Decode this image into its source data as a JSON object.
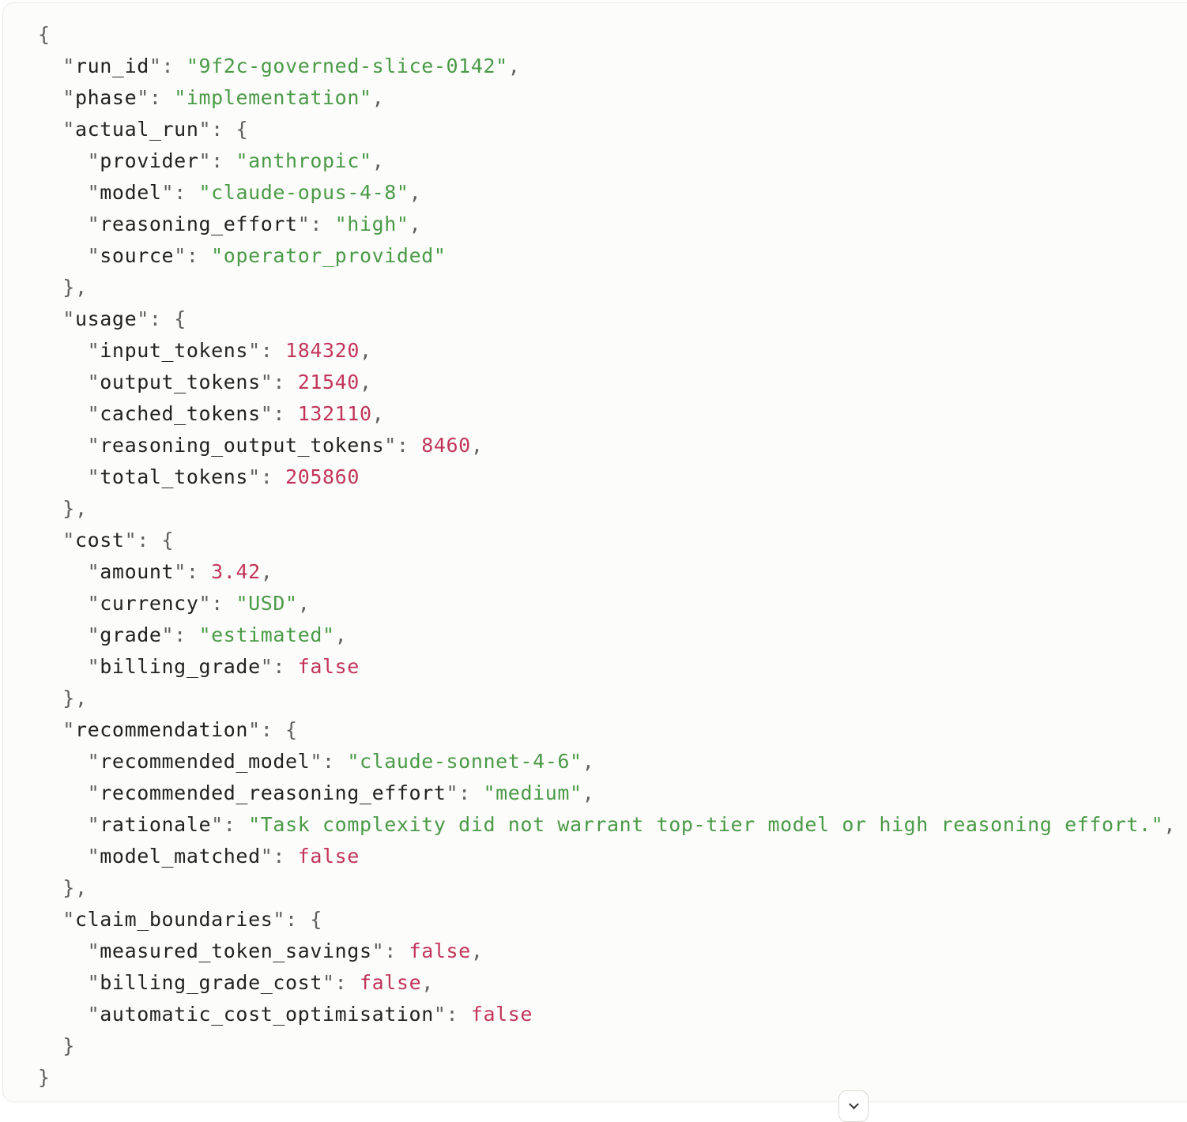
{
  "code_lines": [
    [
      {
        "t": "punct",
        "v": "{"
      }
    ],
    [
      {
        "t": "punct",
        "v": "  \""
      },
      {
        "t": "key",
        "v": "run_id"
      },
      {
        "t": "punct",
        "v": "\": "
      },
      {
        "t": "str",
        "v": "\"9f2c-governed-slice-0142\""
      },
      {
        "t": "punct",
        "v": ","
      }
    ],
    [
      {
        "t": "punct",
        "v": "  \""
      },
      {
        "t": "key",
        "v": "phase"
      },
      {
        "t": "punct",
        "v": "\": "
      },
      {
        "t": "str",
        "v": "\"implementation\""
      },
      {
        "t": "punct",
        "v": ","
      }
    ],
    [
      {
        "t": "punct",
        "v": "  \""
      },
      {
        "t": "key",
        "v": "actual_run"
      },
      {
        "t": "punct",
        "v": "\": {"
      }
    ],
    [
      {
        "t": "punct",
        "v": "    \""
      },
      {
        "t": "key",
        "v": "provider"
      },
      {
        "t": "punct",
        "v": "\": "
      },
      {
        "t": "str",
        "v": "\"anthropic\""
      },
      {
        "t": "punct",
        "v": ","
      }
    ],
    [
      {
        "t": "punct",
        "v": "    \""
      },
      {
        "t": "key",
        "v": "model"
      },
      {
        "t": "punct",
        "v": "\": "
      },
      {
        "t": "str",
        "v": "\"claude-opus-4-8\""
      },
      {
        "t": "punct",
        "v": ","
      }
    ],
    [
      {
        "t": "punct",
        "v": "    \""
      },
      {
        "t": "key",
        "v": "reasoning_effort"
      },
      {
        "t": "punct",
        "v": "\": "
      },
      {
        "t": "str",
        "v": "\"high\""
      },
      {
        "t": "punct",
        "v": ","
      }
    ],
    [
      {
        "t": "punct",
        "v": "    \""
      },
      {
        "t": "key",
        "v": "source"
      },
      {
        "t": "punct",
        "v": "\": "
      },
      {
        "t": "str",
        "v": "\"operator_provided\""
      }
    ],
    [
      {
        "t": "punct",
        "v": "  },"
      }
    ],
    [
      {
        "t": "punct",
        "v": "  \""
      },
      {
        "t": "key",
        "v": "usage"
      },
      {
        "t": "punct",
        "v": "\": {"
      }
    ],
    [
      {
        "t": "punct",
        "v": "    \""
      },
      {
        "t": "key",
        "v": "input_tokens"
      },
      {
        "t": "punct",
        "v": "\": "
      },
      {
        "t": "num",
        "v": "184320"
      },
      {
        "t": "punct",
        "v": ","
      }
    ],
    [
      {
        "t": "punct",
        "v": "    \""
      },
      {
        "t": "key",
        "v": "output_tokens"
      },
      {
        "t": "punct",
        "v": "\": "
      },
      {
        "t": "num",
        "v": "21540"
      },
      {
        "t": "punct",
        "v": ","
      }
    ],
    [
      {
        "t": "punct",
        "v": "    \""
      },
      {
        "t": "key",
        "v": "cached_tokens"
      },
      {
        "t": "punct",
        "v": "\": "
      },
      {
        "t": "num",
        "v": "132110"
      },
      {
        "t": "punct",
        "v": ","
      }
    ],
    [
      {
        "t": "punct",
        "v": "    \""
      },
      {
        "t": "key",
        "v": "reasoning_output_tokens"
      },
      {
        "t": "punct",
        "v": "\": "
      },
      {
        "t": "num",
        "v": "8460"
      },
      {
        "t": "punct",
        "v": ","
      }
    ],
    [
      {
        "t": "punct",
        "v": "    \""
      },
      {
        "t": "key",
        "v": "total_tokens"
      },
      {
        "t": "punct",
        "v": "\": "
      },
      {
        "t": "num",
        "v": "205860"
      }
    ],
    [
      {
        "t": "punct",
        "v": "  },"
      }
    ],
    [
      {
        "t": "punct",
        "v": "  \""
      },
      {
        "t": "key",
        "v": "cost"
      },
      {
        "t": "punct",
        "v": "\": {"
      }
    ],
    [
      {
        "t": "punct",
        "v": "    \""
      },
      {
        "t": "key",
        "v": "amount"
      },
      {
        "t": "punct",
        "v": "\": "
      },
      {
        "t": "num",
        "v": "3.42"
      },
      {
        "t": "punct",
        "v": ","
      }
    ],
    [
      {
        "t": "punct",
        "v": "    \""
      },
      {
        "t": "key",
        "v": "currency"
      },
      {
        "t": "punct",
        "v": "\": "
      },
      {
        "t": "str",
        "v": "\"USD\""
      },
      {
        "t": "punct",
        "v": ","
      }
    ],
    [
      {
        "t": "punct",
        "v": "    \""
      },
      {
        "t": "key",
        "v": "grade"
      },
      {
        "t": "punct",
        "v": "\": "
      },
      {
        "t": "str",
        "v": "\"estimated\""
      },
      {
        "t": "punct",
        "v": ","
      }
    ],
    [
      {
        "t": "punct",
        "v": "    \""
      },
      {
        "t": "key",
        "v": "billing_grade"
      },
      {
        "t": "punct",
        "v": "\": "
      },
      {
        "t": "bool",
        "v": "false"
      }
    ],
    [
      {
        "t": "punct",
        "v": "  },"
      }
    ],
    [
      {
        "t": "punct",
        "v": "  \""
      },
      {
        "t": "key",
        "v": "recommendation"
      },
      {
        "t": "punct",
        "v": "\": {"
      }
    ],
    [
      {
        "t": "punct",
        "v": "    \""
      },
      {
        "t": "key",
        "v": "recommended_model"
      },
      {
        "t": "punct",
        "v": "\": "
      },
      {
        "t": "str",
        "v": "\"claude-sonnet-4-6\""
      },
      {
        "t": "punct",
        "v": ","
      }
    ],
    [
      {
        "t": "punct",
        "v": "    \""
      },
      {
        "t": "key",
        "v": "recommended_reasoning_effort"
      },
      {
        "t": "punct",
        "v": "\": "
      },
      {
        "t": "str",
        "v": "\"medium\""
      },
      {
        "t": "punct",
        "v": ","
      }
    ],
    [
      {
        "t": "punct",
        "v": "    \""
      },
      {
        "t": "key",
        "v": "rationale"
      },
      {
        "t": "punct",
        "v": "\": "
      },
      {
        "t": "str",
        "v": "\"Task complexity did not warrant top-tier model or high reasoning effort.\""
      },
      {
        "t": "punct",
        "v": ","
      }
    ],
    [
      {
        "t": "punct",
        "v": "    \""
      },
      {
        "t": "key",
        "v": "model_matched"
      },
      {
        "t": "punct",
        "v": "\": "
      },
      {
        "t": "bool",
        "v": "false"
      }
    ],
    [
      {
        "t": "punct",
        "v": "  },"
      }
    ],
    [
      {
        "t": "punct",
        "v": "  \""
      },
      {
        "t": "key",
        "v": "claim_boundaries"
      },
      {
        "t": "punct",
        "v": "\": {"
      }
    ],
    [
      {
        "t": "punct",
        "v": "    \""
      },
      {
        "t": "key",
        "v": "measured_token_savings"
      },
      {
        "t": "punct",
        "v": "\": "
      },
      {
        "t": "bool",
        "v": "false"
      },
      {
        "t": "punct",
        "v": ","
      }
    ],
    [
      {
        "t": "punct",
        "v": "    \""
      },
      {
        "t": "key",
        "v": "billing_grade_cost"
      },
      {
        "t": "punct",
        "v": "\": "
      },
      {
        "t": "bool",
        "v": "false"
      },
      {
        "t": "punct",
        "v": ","
      }
    ],
    [
      {
        "t": "punct",
        "v": "    \""
      },
      {
        "t": "key",
        "v": "automatic_cost_optimisation"
      },
      {
        "t": "punct",
        "v": "\": "
      },
      {
        "t": "bool",
        "v": "false"
      }
    ],
    [
      {
        "t": "punct",
        "v": "  }"
      }
    ],
    [
      {
        "t": "punct",
        "v": "}"
      }
    ]
  ],
  "icons": {
    "expand": "chevron-down-icon"
  },
  "colors": {
    "string": "#4a9a47",
    "number": "#c2355a",
    "key": "#222222",
    "punctuation": "#5f5f5f",
    "panel_background": "#fcfcfa"
  }
}
